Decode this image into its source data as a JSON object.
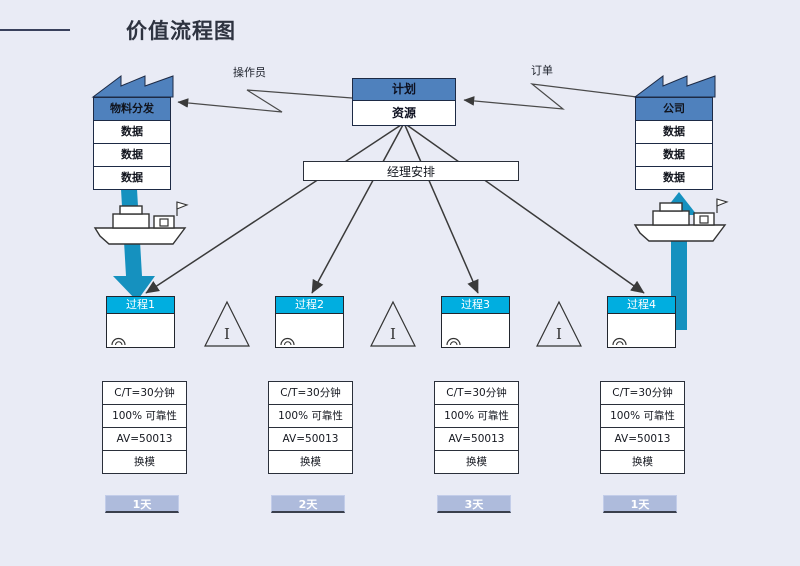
{
  "title": "价值流程图",
  "plan": {
    "header": "计划",
    "body": "资源"
  },
  "manager": {
    "label": "经理安排"
  },
  "suppliers": {
    "left": {
      "label": "物料分发",
      "rows": [
        "数据",
        "数据",
        "数据"
      ]
    },
    "right": {
      "label": "公司",
      "rows": [
        "数据",
        "数据",
        "数据"
      ]
    }
  },
  "info_flows": {
    "left_label": "操作员",
    "right_label": "订单"
  },
  "inventory": {
    "symbol": "I"
  },
  "processes": [
    {
      "label": "过程1",
      "data_rows": [
        "C/T=30分钟",
        "100% 可靠性",
        "AV=50013",
        "换模"
      ],
      "timeline": "1天"
    },
    {
      "label": "过程2",
      "data_rows": [
        "C/T=30分钟",
        "100% 可靠性",
        "AV=50013",
        "换模"
      ],
      "timeline": "2天"
    },
    {
      "label": "过程3",
      "data_rows": [
        "C/T=30分钟",
        "100% 可靠性",
        "AV=50013",
        "换模"
      ],
      "timeline": "3天"
    },
    {
      "label": "过程4",
      "data_rows": [
        "C/T=30分钟",
        "100% 可靠性",
        "AV=50013",
        "换模"
      ],
      "timeline": "1天"
    }
  ],
  "icons": {
    "factory": "factory-icon",
    "ship": "ship-icon",
    "operator": "operator-icon",
    "inventory_triangle": "inventory-triangle-icon",
    "push_arrow": "push-arrow-icon",
    "zigzag_info_arrow": "info-flow-arrow-icon"
  },
  "colors": {
    "background": "#E9EBF5",
    "node_blue": "#4F81BD",
    "process_cyan": "#00AEE0",
    "push_arrow_teal": "#1591BF",
    "timeline_fill": "#AEBBDC",
    "title_color": "#2E3340",
    "line_color": "#3A3A3A"
  }
}
